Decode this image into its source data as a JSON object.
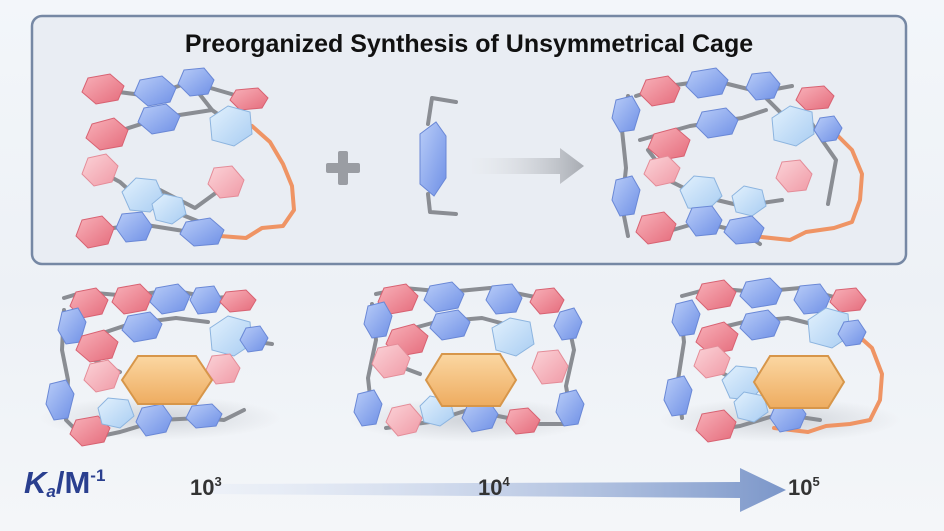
{
  "panel": {
    "title": "Preorganized Synthesis of Unsymmetrical Cage"
  },
  "affinity": {
    "symbol": "K",
    "symbol_subscript": "a",
    "unit": "/M",
    "unit_exponent": "-1",
    "values": [
      {
        "base": "10",
        "exponent": "3"
      },
      {
        "base": "10",
        "exponent": "4"
      },
      {
        "base": "10",
        "exponent": "5"
      }
    ]
  },
  "colors": {
    "blue_ring": "#8eaef0",
    "pink_ring": "#f08a96",
    "light_blue_ring": "#c7e2f9",
    "light_pink_ring": "#f7b9c1",
    "guest": "#f4c484",
    "linker_orange": "#ef9464",
    "strut": "#8a8d93",
    "frame_border": "#7688a4"
  },
  "icons": [
    "plus-icon",
    "reaction-arrow-icon",
    "trend-arrow-icon"
  ]
}
